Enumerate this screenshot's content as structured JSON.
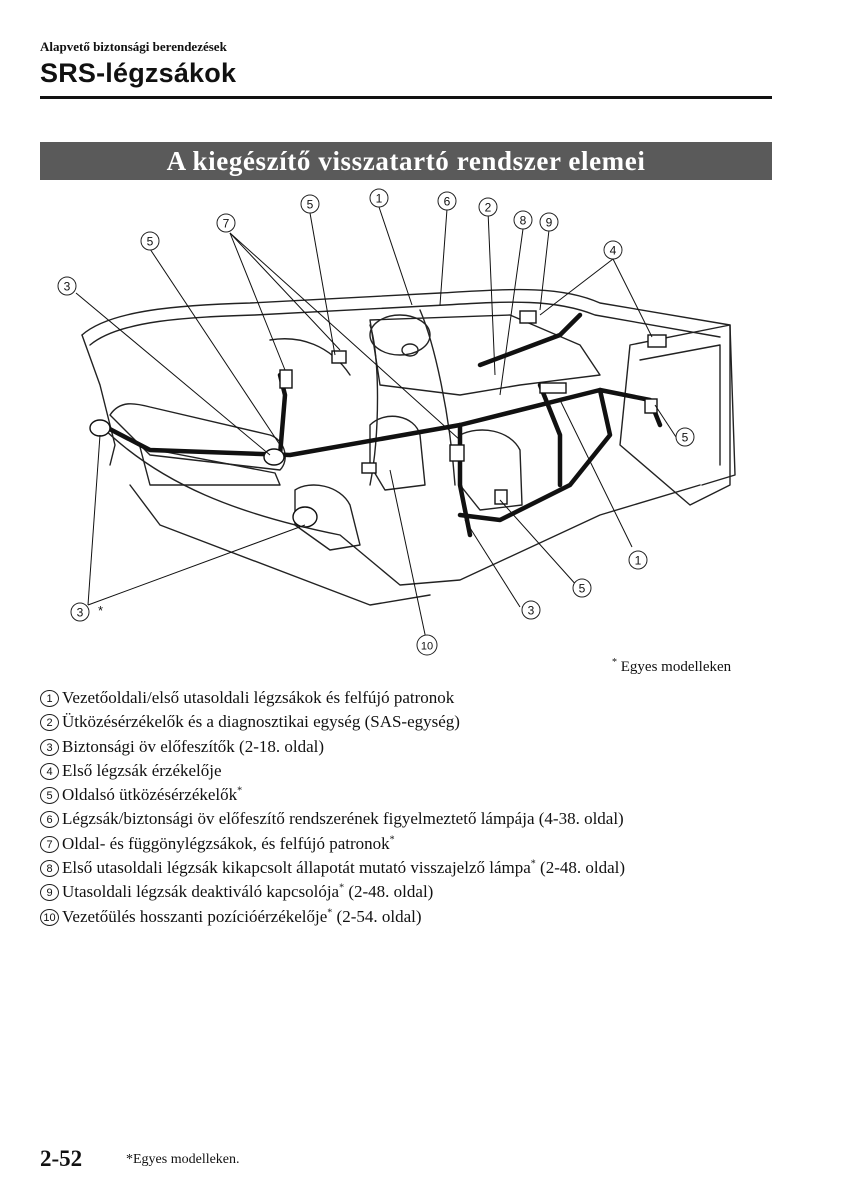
{
  "header": {
    "breadcrumb": "Alapvető biztonsági berendezések",
    "title": "SRS-légzsákok"
  },
  "section": {
    "title": "A kiegészítő visszatartó rendszer elemei"
  },
  "diagram": {
    "callout_numbers": [
      "1",
      "2",
      "3",
      "4",
      "5",
      "6",
      "7",
      "8",
      "9",
      "10"
    ],
    "asterisk": "*"
  },
  "footnote": {
    "mark": "*",
    "text": " Egyes modelleken"
  },
  "legend": [
    {
      "num": "1",
      "text": "Vezetőoldali/első utasoldali légzsákok és felfújó patronok",
      "star": "",
      "suffix": ""
    },
    {
      "num": "2",
      "text": "Ütközésérzékelők és a diagnosztikai egység (SAS-egység)",
      "star": "",
      "suffix": ""
    },
    {
      "num": "3",
      "text": "Biztonsági öv előfeszítők (2-18. oldal)",
      "star": "",
      "suffix": ""
    },
    {
      "num": "4",
      "text": "Első légzsák érzékelője",
      "star": "",
      "suffix": ""
    },
    {
      "num": "5",
      "text": "Oldalsó ütközésérzékelők",
      "star": "*",
      "suffix": ""
    },
    {
      "num": "6",
      "text": "Légzsák/biztonsági öv előfeszítő rendszerének figyelmeztető lámpája (4-38. oldal)",
      "star": "",
      "suffix": ""
    },
    {
      "num": "7",
      "text": "Oldal- és függönylégzsákok, és felfújó patronok",
      "star": "*",
      "suffix": ""
    },
    {
      "num": "8",
      "text": "Első utasoldali légzsák kikapcsolt állapotát mutató visszajelző lámpa",
      "star": "*",
      "suffix": " (2-48. oldal)"
    },
    {
      "num": "9",
      "text": "Utasoldali légzsák deaktiváló kapcsolója",
      "star": "*",
      "suffix": " (2-48. oldal)"
    },
    {
      "num": "10",
      "text": "Vezetőülés hosszanti pozícióérzékelője",
      "star": "*",
      "suffix": " (2-54. oldal)"
    }
  ],
  "footer": {
    "page_number": "2-52",
    "note": "*Egyes modelleken."
  }
}
